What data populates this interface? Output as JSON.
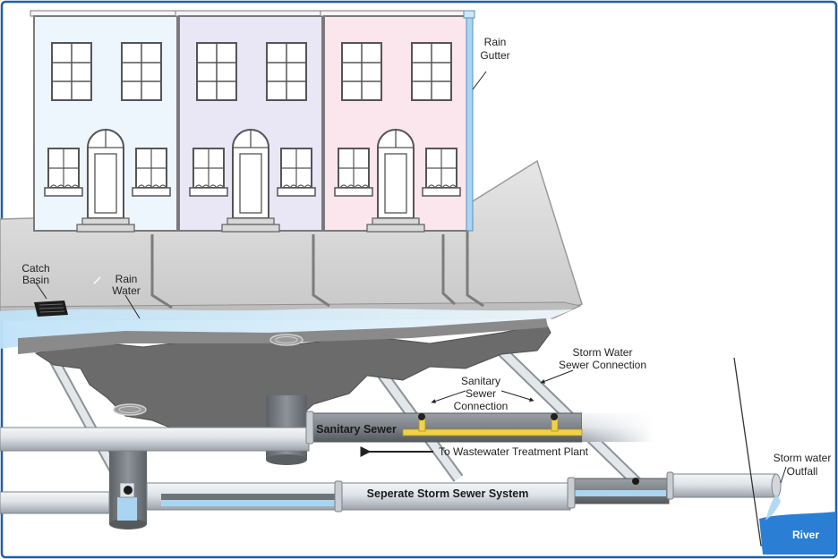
{
  "labels": {
    "rain_gutter": [
      "Rain",
      "Gutter"
    ],
    "catch_basin": [
      "Catch",
      "Basin"
    ],
    "rain_water": [
      "Rain",
      "Water"
    ],
    "storm_water_sewer_connection": [
      "Storm Water",
      "Sewer Connection"
    ],
    "sanitary_sewer_connection": [
      "Sanitary",
      "Sewer",
      "Connection"
    ],
    "sanitary_sewer": "Sanitary Sewer",
    "to_wastewater": "To Wastewater Treatment Plant",
    "storm_sewer_system": "Seperate Storm Sewer System",
    "storm_water_outfall": [
      "Storm water",
      "Outfall"
    ],
    "river": "River"
  },
  "colors": {
    "frame": "#1f5fa8",
    "house_left": "#eef6fd",
    "house_middle": "#e9e7f6",
    "house_right": "#fbe6ee",
    "street": "#d4d4d4",
    "ground": "#6a6a6a",
    "pipe_light": "#e3e6e9",
    "pipe_dark": "#787c80",
    "water": "#a9d5f2",
    "sanitary_flow": "#f0d24a",
    "river": "#2a7fd4"
  }
}
